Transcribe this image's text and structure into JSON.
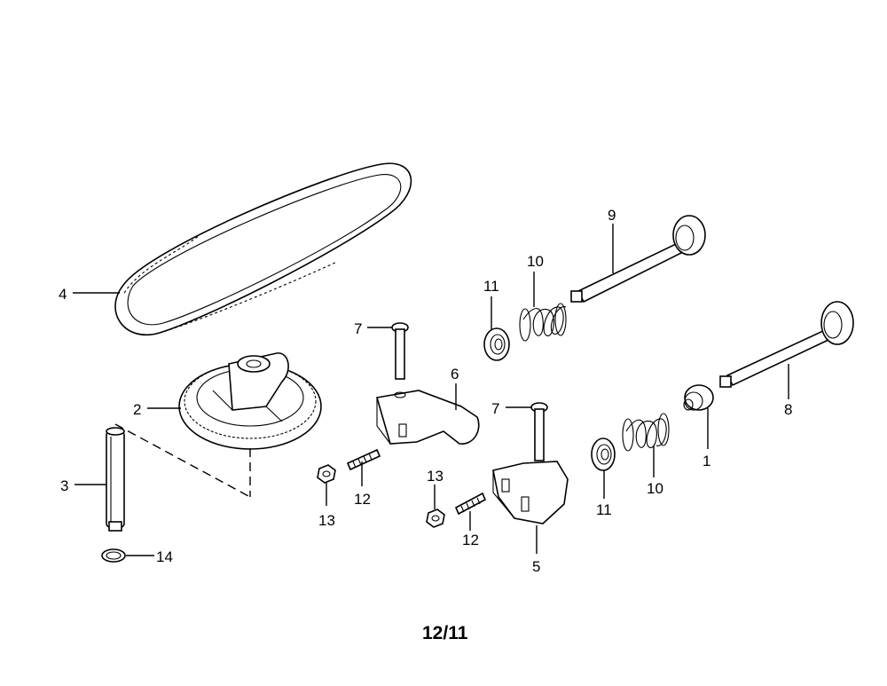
{
  "callouts": [
    {
      "id": "c4",
      "text": "4"
    },
    {
      "id": "c2",
      "text": "2"
    },
    {
      "id": "c3",
      "text": "3"
    },
    {
      "id": "c14",
      "text": "14"
    },
    {
      "id": "c7a",
      "text": "7"
    },
    {
      "id": "c6",
      "text": "6"
    },
    {
      "id": "c12a",
      "text": "12"
    },
    {
      "id": "c13a",
      "text": "13"
    },
    {
      "id": "c11a",
      "text": "11"
    },
    {
      "id": "c10a",
      "text": "10"
    },
    {
      "id": "c9",
      "text": "9"
    },
    {
      "id": "c7b",
      "text": "7"
    },
    {
      "id": "c13b",
      "text": "13"
    },
    {
      "id": "c12b",
      "text": "12"
    },
    {
      "id": "c5",
      "text": "5"
    },
    {
      "id": "c11b",
      "text": "11"
    },
    {
      "id": "c10b",
      "text": "10"
    },
    {
      "id": "c1",
      "text": "1"
    },
    {
      "id": "c8",
      "text": "8"
    }
  ],
  "page_number": "12/11"
}
